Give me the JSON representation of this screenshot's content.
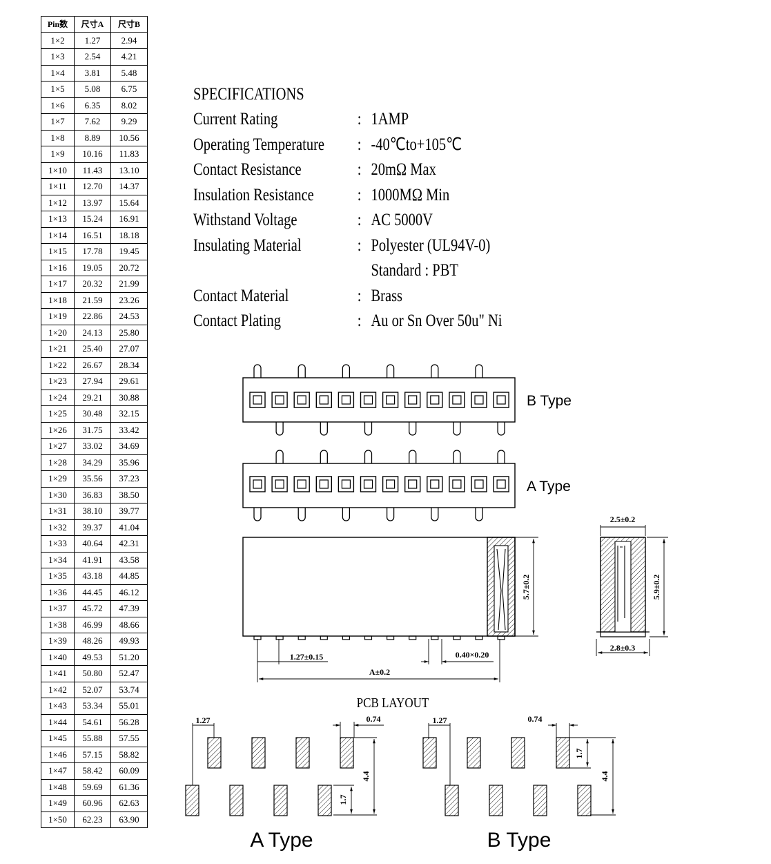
{
  "pin_table": {
    "headers": [
      "Pin数",
      "尺寸A",
      "尺寸B"
    ],
    "rows": [
      [
        "1×2",
        "1.27",
        "2.94"
      ],
      [
        "1×3",
        "2.54",
        "4.21"
      ],
      [
        "1×4",
        "3.81",
        "5.48"
      ],
      [
        "1×5",
        "5.08",
        "6.75"
      ],
      [
        "1×6",
        "6.35",
        "8.02"
      ],
      [
        "1×7",
        "7.62",
        "9.29"
      ],
      [
        "1×8",
        "8.89",
        "10.56"
      ],
      [
        "1×9",
        "10.16",
        "11.83"
      ],
      [
        "1×10",
        "11.43",
        "13.10"
      ],
      [
        "1×11",
        "12.70",
        "14.37"
      ],
      [
        "1×12",
        "13.97",
        "15.64"
      ],
      [
        "1×13",
        "15.24",
        "16.91"
      ],
      [
        "1×14",
        "16.51",
        "18.18"
      ],
      [
        "1×15",
        "17.78",
        "19.45"
      ],
      [
        "1×16",
        "19.05",
        "20.72"
      ],
      [
        "1×17",
        "20.32",
        "21.99"
      ],
      [
        "1×18",
        "21.59",
        "23.26"
      ],
      [
        "1×19",
        "22.86",
        "24.53"
      ],
      [
        "1×20",
        "24.13",
        "25.80"
      ],
      [
        "1×21",
        "25.40",
        "27.07"
      ],
      [
        "1×22",
        "26.67",
        "28.34"
      ],
      [
        "1×23",
        "27.94",
        "29.61"
      ],
      [
        "1×24",
        "29.21",
        "30.88"
      ],
      [
        "1×25",
        "30.48",
        "32.15"
      ],
      [
        "1×26",
        "31.75",
        "33.42"
      ],
      [
        "1×27",
        "33.02",
        "34.69"
      ],
      [
        "1×28",
        "34.29",
        "35.96"
      ],
      [
        "1×29",
        "35.56",
        "37.23"
      ],
      [
        "1×30",
        "36.83",
        "38.50"
      ],
      [
        "1×31",
        "38.10",
        "39.77"
      ],
      [
        "1×32",
        "39.37",
        "41.04"
      ],
      [
        "1×33",
        "40.64",
        "42.31"
      ],
      [
        "1×34",
        "41.91",
        "43.58"
      ],
      [
        "1×35",
        "43.18",
        "44.85"
      ],
      [
        "1×36",
        "44.45",
        "46.12"
      ],
      [
        "1×37",
        "45.72",
        "47.39"
      ],
      [
        "1×38",
        "46.99",
        "48.66"
      ],
      [
        "1×39",
        "48.26",
        "49.93"
      ],
      [
        "1×40",
        "49.53",
        "51.20"
      ],
      [
        "1×41",
        "50.80",
        "52.47"
      ],
      [
        "1×42",
        "52.07",
        "53.74"
      ],
      [
        "1×43",
        "53.34",
        "55.01"
      ],
      [
        "1×44",
        "54.61",
        "56.28"
      ],
      [
        "1×45",
        "55.88",
        "57.55"
      ],
      [
        "1×46",
        "57.15",
        "58.82"
      ],
      [
        "1×47",
        "58.42",
        "60.09"
      ],
      [
        "1×48",
        "59.69",
        "61.36"
      ],
      [
        "1×49",
        "60.96",
        "62.63"
      ],
      [
        "1×50",
        "62.23",
        "63.90"
      ]
    ]
  },
  "specs": {
    "title": "SPECIFICATIONS",
    "separator": ":",
    "current_rating": {
      "label": "Current Rating",
      "value": "1AMP"
    },
    "operating_temperature": {
      "label": "Operating Temperature",
      "value": "-40℃to+105℃"
    },
    "contact_resistance": {
      "label": "Contact Resistance",
      "value": "20mΩ  Max"
    },
    "insulation_resistance": {
      "label": "Insulation Resistance",
      "value": "1000MΩ  Min"
    },
    "withstand_voltage": {
      "label": "Withstand Voltage",
      "value": "AC 5000V"
    },
    "insulating_material": {
      "label": "Insulating Material",
      "value": "Polyester (UL94V-0)",
      "value2": "Standard : PBT"
    },
    "contact_material": {
      "label": "Contact Material",
      "value": "Brass"
    },
    "contact_plating": {
      "label": "Contact Plating",
      "value": "Au or Sn Over 50u\" Ni"
    }
  },
  "drawing": {
    "b_type_label": "B  Type",
    "a_type_label": "A  Type",
    "height_side": "5.7±0.2",
    "pitch": "1.27±0.15",
    "pin_size": "0.40×0.20",
    "dim_a": "A±0.2",
    "end_width_top": "2.5±0.2",
    "end_height": "5.9±0.2",
    "end_width_bottom": "2.8±0.3",
    "pcb_title": "PCB LAYOUT",
    "pcb_a": {
      "pitch": "1.27",
      "pad_width": "0.74",
      "row_pitch": "4.4",
      "pad_height": "1.7",
      "caption": "A  Type"
    },
    "pcb_b": {
      "pitch": "1.27",
      "pad_width": "0.74",
      "pad_height": "1.7",
      "row_pitch": "4.4",
      "caption": "B  Type"
    }
  }
}
